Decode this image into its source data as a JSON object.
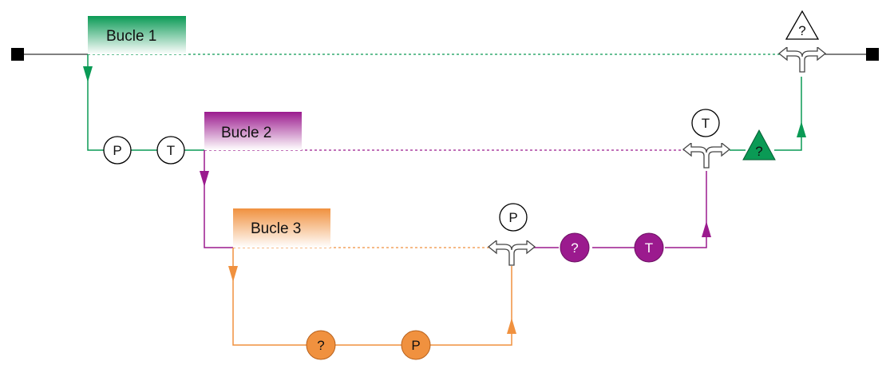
{
  "colors": {
    "main": "#000000",
    "loop1": "#0a9a55",
    "loop2": "#9b1a8e",
    "loop3": "#f0913f"
  },
  "loops": [
    {
      "label": "Bucle 1",
      "color": "#0a9a55"
    },
    {
      "label": "Bucle 2",
      "color": "#9b1a8e"
    },
    {
      "label": "Bucle 3",
      "color": "#f0913f"
    }
  ],
  "nodes": {
    "loop1_p": "P",
    "loop1_t": "T",
    "loop1_decision": "?",
    "loop1_exit_decision": "?",
    "loop2_cond": "T",
    "loop2_q": "?",
    "loop2_t": "T",
    "loop3_cond": "P",
    "loop3_q": "?",
    "loop3_p": "P"
  },
  "icons": {
    "start": "square-terminal-icon",
    "end": "square-terminal-icon",
    "split": "fork-arrow-icon",
    "decision": "triangle-decision-icon"
  }
}
